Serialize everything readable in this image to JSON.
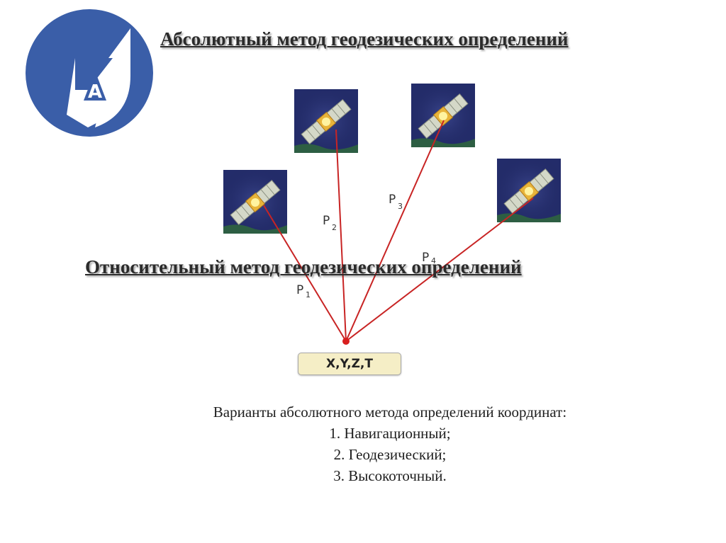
{
  "slide": {
    "title": "Абсолютный метод геодезических определений",
    "subtitle": "Относительный метод геодезических определений",
    "logo": {
      "icon": "university-logo",
      "letter": "А",
      "color": "#3a5ea8"
    }
  },
  "diagram": {
    "satellite_icon": "satellite-icon",
    "ray_color": "#c82424",
    "receiver_color": "#d81e1e",
    "ranges": [
      {
        "symbol": "P",
        "sub": "1"
      },
      {
        "symbol": "P",
        "sub": "2"
      },
      {
        "symbol": "P",
        "sub": "3"
      },
      {
        "symbol": "P",
        "sub": "4"
      }
    ],
    "receiver_label": "X,Y,Z,T"
  },
  "variants": {
    "heading": "Варианты абсолютного метода определений координат:",
    "items": [
      "1. Навигационный;",
      "2. Геодезический;",
      "3. Высокоточный."
    ]
  }
}
